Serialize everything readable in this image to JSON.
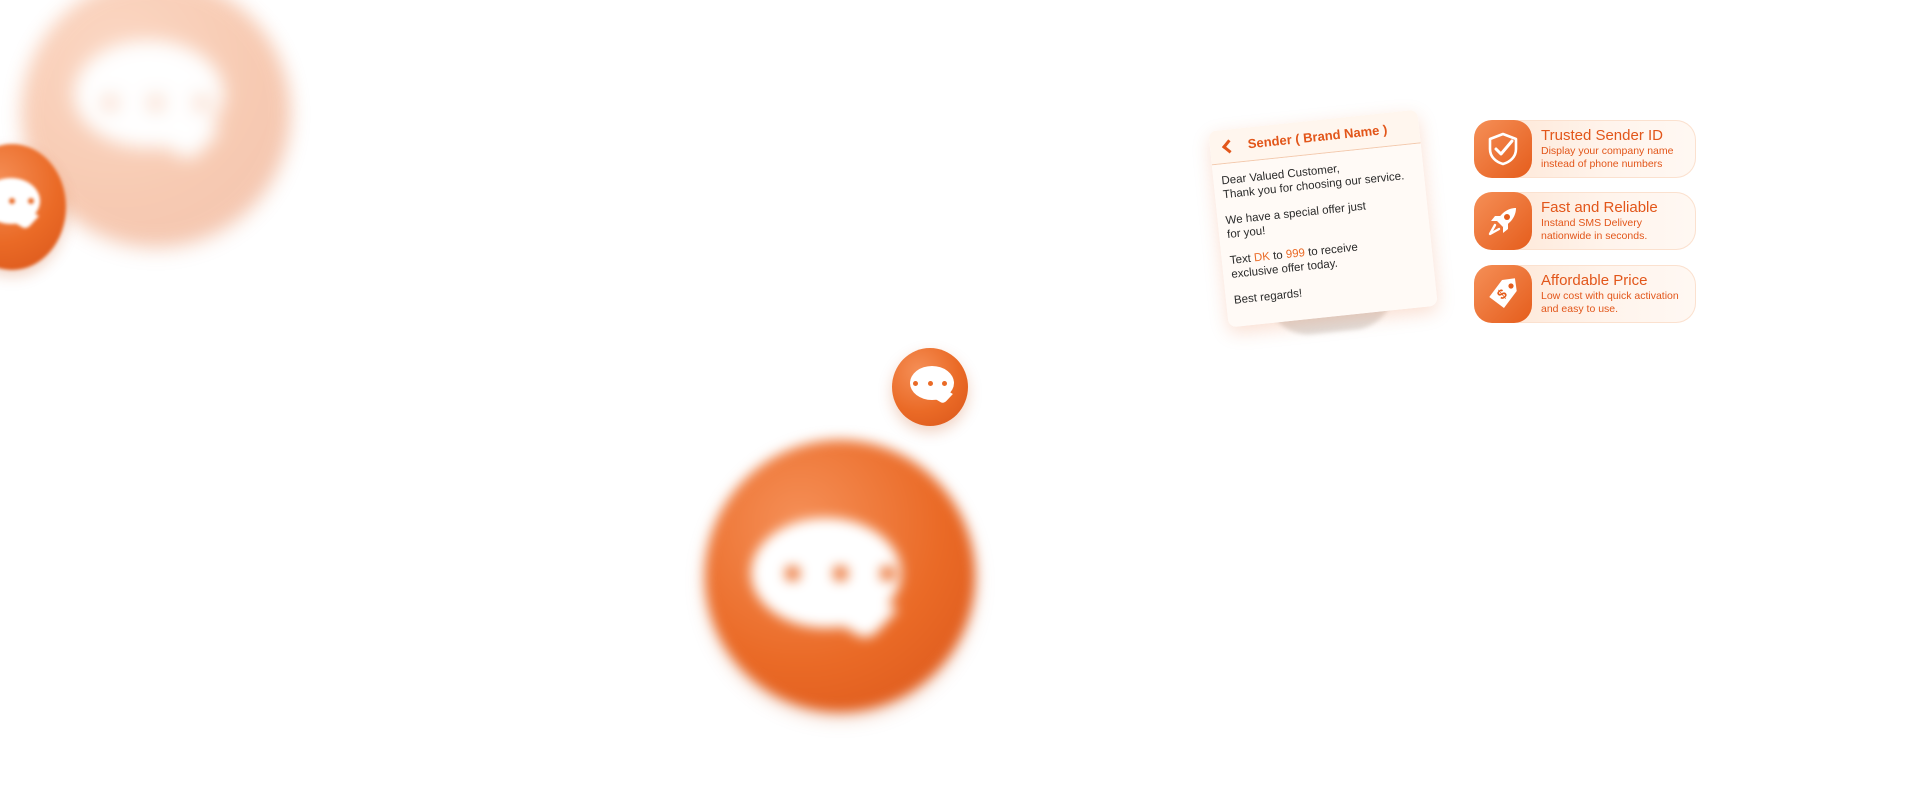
{
  "colors": {
    "accent": "#ea6a26",
    "accent_dark": "#e2561a",
    "background": "#ffffff"
  },
  "phone": {
    "sender_title": "Sender ( Brand Name )",
    "greeting_line1": "Dear Valued Customer,",
    "greeting_line2": "Thank you for choosing our service.",
    "offer_line1": "We have a special offer just",
    "offer_line2": "for you!",
    "text_prefix": "Text",
    "keyword": "DK",
    "to_word": "to",
    "shortcode": "999",
    "receive_suffix": "to receive",
    "exclusive_line": "exclusive offer today.",
    "closing": "Best regards!"
  },
  "features": [
    {
      "icon": "shield-check-icon",
      "title": "Trusted Sender ID",
      "desc_line1": "Display your company name",
      "desc_line2": "instead of phone numbers"
    },
    {
      "icon": "rocket-icon",
      "title": "Fast and Reliable",
      "desc_line1": "Instand SMS Delivery",
      "desc_line2": "nationwide in seconds."
    },
    {
      "icon": "price-tag-icon",
      "title": "Affordable Price",
      "desc_line1": "Low cost with quick activation",
      "desc_line2": "and easy to use."
    }
  ],
  "decorations": {
    "bubble_icon": "chat-bubble-icon"
  }
}
